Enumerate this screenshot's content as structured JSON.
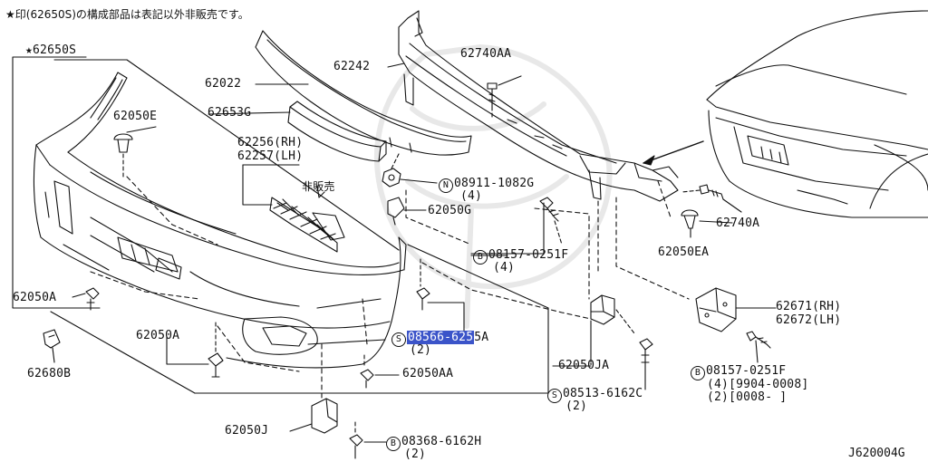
{
  "note": "★印(62650S)の構成部品は表記以外非販売です。",
  "diagram_code": "J620004G",
  "parts": {
    "p62650S": "★62650S",
    "p62022": "62022",
    "p62242": "62242",
    "p62740AA": "62740AA",
    "p62653G": "62653G",
    "p62050E": "62050E",
    "p62256": "62256(RH)",
    "p62257": "62257(LH)",
    "hihanbai": "非販売",
    "p08911": "08911-1082G",
    "p08911_qty": "(4)",
    "p62050G": "62050G",
    "p62740A": "62740A",
    "p62050EA": "62050EA",
    "p08157a": "08157-0251F",
    "p08157a_qty": "(4)",
    "p62050A_left": "62050A",
    "p62050A_mid": "62050A",
    "p08566_pre": "08566-625",
    "p08566_post": "5A",
    "p08566_qty": "(2)",
    "p62680B": "62680B",
    "p62050AA": "62050AA",
    "p62671": "62671(RH)",
    "p62672": "62672(LH)",
    "p62050JA": "62050JA",
    "p08157b": "08157-0251F",
    "p08157b_l1": "(4)[9904-0008]",
    "p08157b_l2": "(2)[0008-      ]",
    "p08513": "08513-6162C",
    "p08513_qty": "(2)",
    "p62050J": "62050J",
    "p08368": "08368-6162H",
    "p08368_qty": "(2)"
  },
  "symbols": {
    "N": "N",
    "B": "B",
    "S": "S"
  },
  "colors": {
    "line": "#111111",
    "highlight": "#3b54c9",
    "background": "#ffffff"
  }
}
